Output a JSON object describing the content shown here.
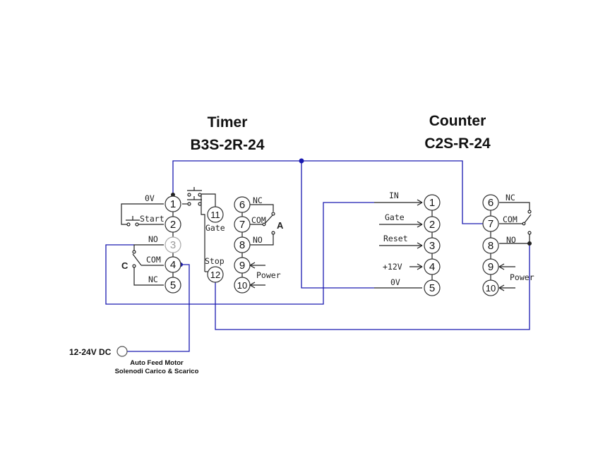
{
  "timer": {
    "title": "Timer",
    "model": "B3S-2R-24",
    "pins": [
      "1",
      "2",
      "3",
      "4",
      "5",
      "6",
      "7",
      "8",
      "9",
      "10",
      "11",
      "12"
    ],
    "labels": {
      "ov": "0V",
      "start": "Start",
      "no_c": "NO",
      "com_c": "COM",
      "nc_c": "NC",
      "c_letter": "C",
      "gate": "Gate",
      "stop": "Stop",
      "nc_a": "NC",
      "com_a": "COM",
      "no_a": "NO",
      "a_letter": "A",
      "power": "Power"
    }
  },
  "counter": {
    "title": "Counter",
    "model": "C2S-R-24",
    "pins": [
      "1",
      "2",
      "3",
      "4",
      "5",
      "6",
      "7",
      "8",
      "9",
      "10"
    ],
    "labels": {
      "in": "IN",
      "gate": "Gate",
      "reset": "Reset",
      "v12": "+12V",
      "ov": "0V",
      "nc": "NC",
      "com": "COM",
      "no": "NO",
      "power": "Power"
    }
  },
  "supply": {
    "label": "12-24V DC",
    "note_line1": "Auto Feed Motor",
    "note_line2": "Solenodi Carico & Scarico"
  },
  "colors": {
    "wire_blue": "#1a1ab0",
    "wire_black": "#222222"
  }
}
